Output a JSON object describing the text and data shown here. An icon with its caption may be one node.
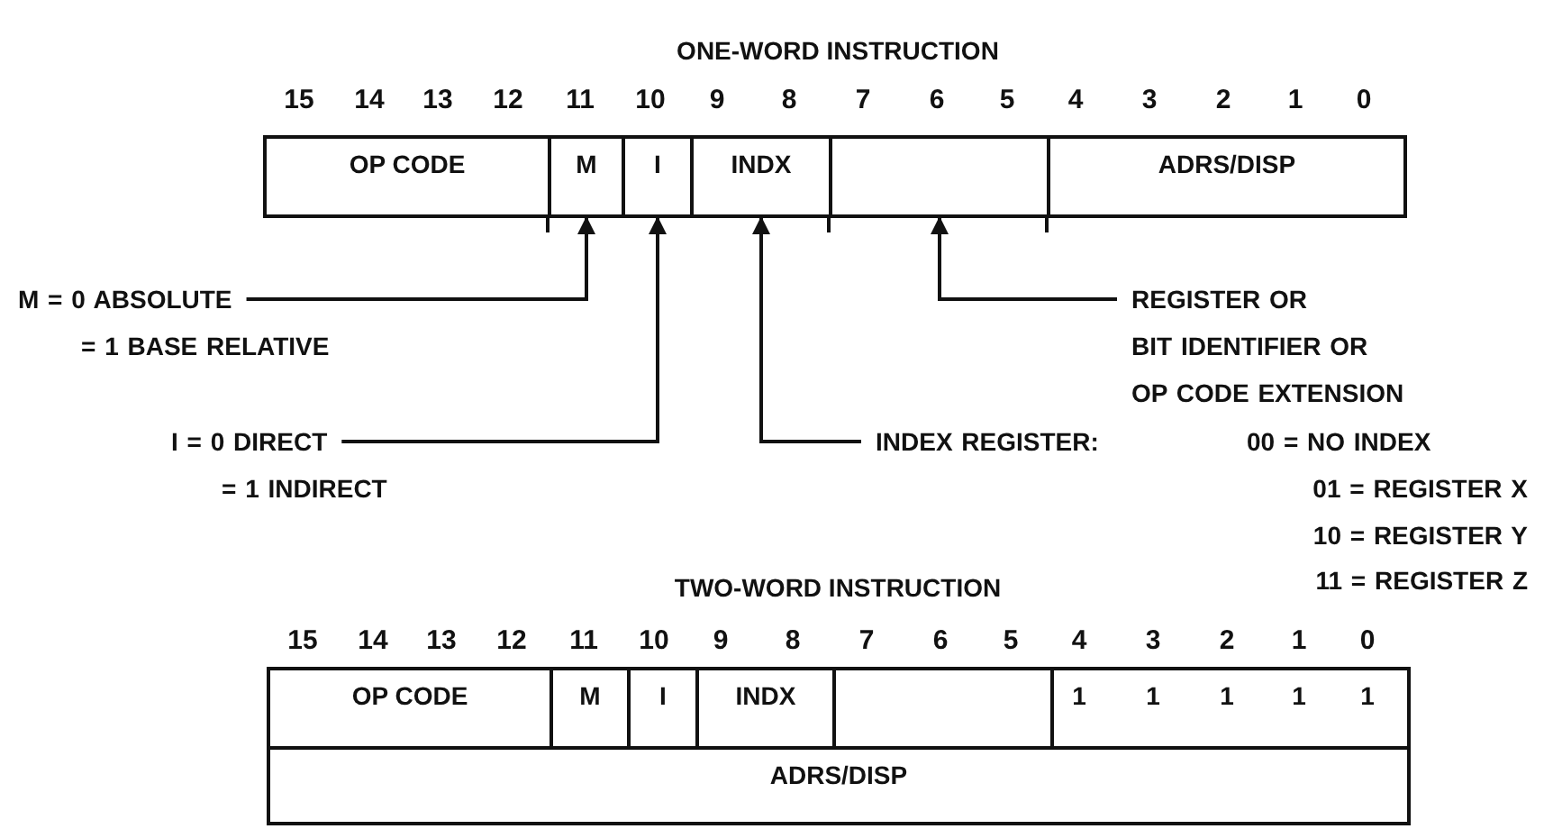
{
  "diagram": {
    "nodes": [
      {
        "text": [
          "OP CODE"
        ]
      },
      {
        "text": [
          "M"
        ]
      },
      {
        "text": [
          "I"
        ]
      },
      {
        "text": [
          "INDX"
        ]
      },
      {
        "text": [],
        "shape": "box"
      },
      {
        "text": [
          "ADRS/DISP"
        ]
      },
      {
        "text": [
          "M = 0 ABSOLUTE",
          "= 1 BASE RELATIVE"
        ]
      },
      {
        "text": [
          "I = 0 DIRECT",
          "= 1 INDIRECT"
        ]
      },
      {
        "text": [
          "INDEX REGISTER:",
          "00 = NO INDEX",
          "01 = REGISTER X",
          "10 = REGISTER Y",
          "11 = REGISTER Z"
        ]
      },
      {
        "text": [
          "REGISTER OR",
          "BIT IDENTIFIER OR",
          "OP CODE EXTENSION"
        ]
      },
      {
        "text": [
          "OP CODE"
        ]
      },
      {
        "text": [
          "M"
        ]
      },
      {
        "text": [
          "I"
        ]
      },
      {
        "text": [
          "INDX"
        ]
      },
      {
        "text": [],
        "shape": "box"
      },
      {
        "text": [
          "1",
          "1",
          "1",
          "1",
          "1"
        ]
      },
      {
        "text": [
          "ADRS/DISP"
        ]
      }
    ],
    "edges": [
      {
        "from": 6,
        "to": 1,
        "arrow": "to"
      },
      {
        "from": 7,
        "to": 2,
        "arrow": "to"
      },
      {
        "from": 8,
        "to": 3,
        "arrow": "to"
      },
      {
        "from": 9,
        "to": 4,
        "arrow": "to"
      }
    ],
    "labels": [
      "ONE-WORD INSTRUCTION",
      "15",
      "14",
      "13",
      "12",
      "11",
      "10",
      "9",
      "8",
      "7",
      "6",
      "5",
      "4",
      "3",
      "2",
      "1",
      "0",
      "TWO-WORD INSTRUCTION",
      "15",
      "14",
      "13",
      "12",
      "11",
      "10",
      "9",
      "8",
      "7",
      "6",
      "5",
      "4",
      "3",
      "2",
      "1",
      "0"
    ]
  }
}
